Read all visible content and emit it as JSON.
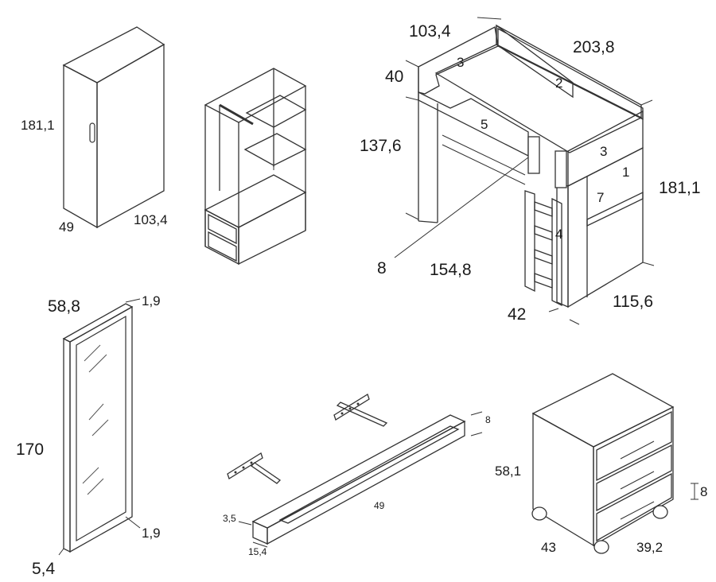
{
  "wardrobe": {
    "height": "181,1",
    "depth": "49",
    "width": "103,4"
  },
  "loft_bed": {
    "depth": "103,4",
    "length": "203,8",
    "rail": "40",
    "bed_height": "137,6",
    "total_height": "181,1",
    "ladder_width": "42",
    "desk_length": "154,8",
    "cabinet_width": "115,6",
    "labels": [
      "3",
      "2",
      "5",
      "3",
      "1",
      "7",
      "4",
      "8"
    ]
  },
  "mirror": {
    "width": "58,8",
    "thickness_top": "1,9",
    "height": "170",
    "thickness_bottom": "1,9",
    "depth": "5,4"
  },
  "shelf": {
    "length": "49",
    "height": "8",
    "lip": "3,5",
    "depth": "15,4"
  },
  "drawer_unit": {
    "height": "58,1",
    "drawer_height": "8",
    "width": "43",
    "depth": "39,2"
  },
  "colors": {
    "panel": "#c8c8c8",
    "panel_light": "#dcdcdc",
    "white": "#ffffff",
    "line": "#333333"
  }
}
